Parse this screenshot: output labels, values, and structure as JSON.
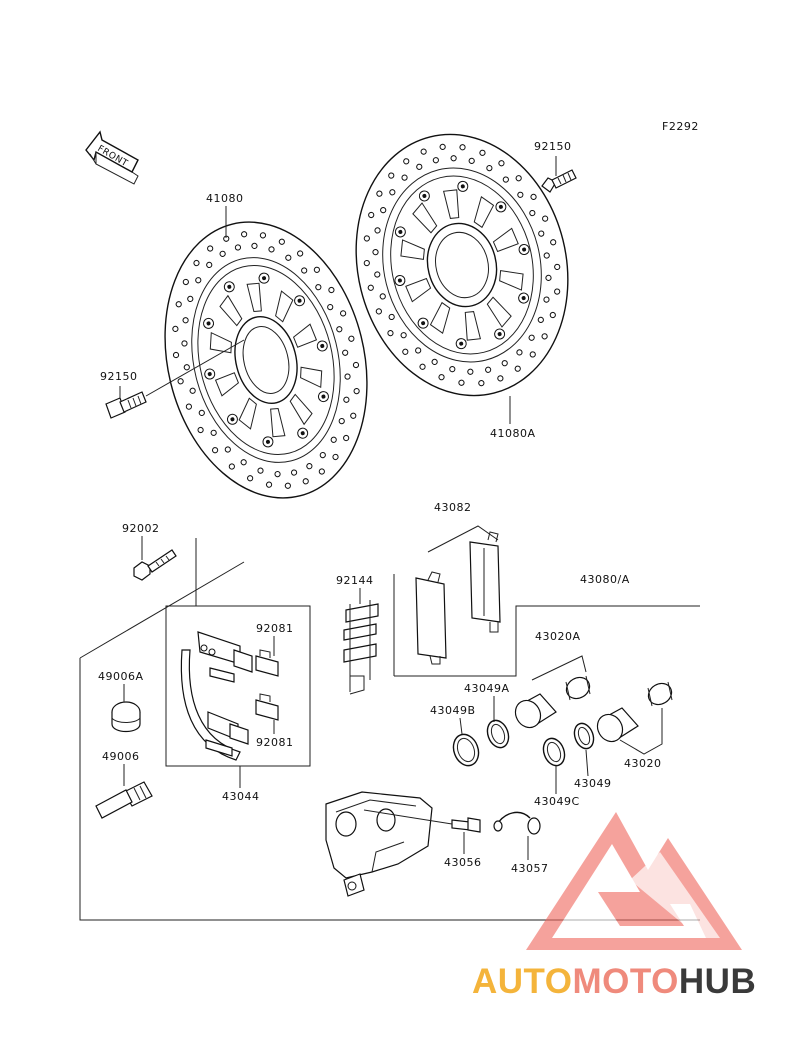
{
  "diagram": {
    "code": "F2292",
    "front_arrow_label": "FRONT",
    "labels": {
      "p41080": "41080",
      "p41080a": "41080A",
      "p92150_top": "92150",
      "p92150_left": "92150",
      "p43082": "43082",
      "p43080a": "43080/A",
      "p92144": "92144",
      "p92002": "92002",
      "p92081_top": "92081",
      "p92081_bottom": "92081",
      "p43044": "43044",
      "p49006a": "49006A",
      "p49006": "49006",
      "p43020a": "43020A",
      "p43049a": "43049A",
      "p43049b": "43049B",
      "p43049": "43049",
      "p43049c": "43049C",
      "p43020": "43020",
      "p43056": "43056",
      "p43057": "43057"
    }
  },
  "watermark": {
    "part1": "AUTO",
    "part2": "MOTO",
    "part3": "HUB",
    "color_auto": "#f4b43b",
    "color_moto": "#ef8a7c",
    "color_hub": "#3a3a3a"
  }
}
